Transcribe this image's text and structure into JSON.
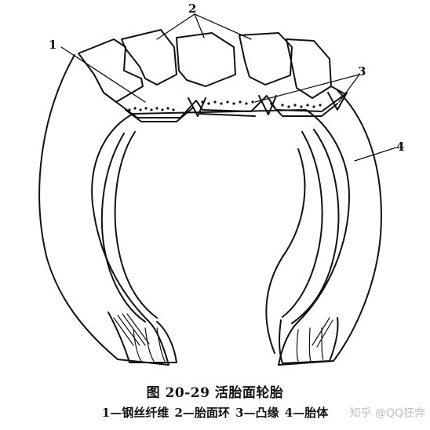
{
  "figure": {
    "title": "图 20-29   活胎面轮胎",
    "legend": "1—钢丝纤维   2—胎面环   3—凸缘   4—胎体",
    "callouts": [
      "1",
      "2",
      "3",
      "4"
    ],
    "watermark": "知乎 @QQ狂奔"
  }
}
